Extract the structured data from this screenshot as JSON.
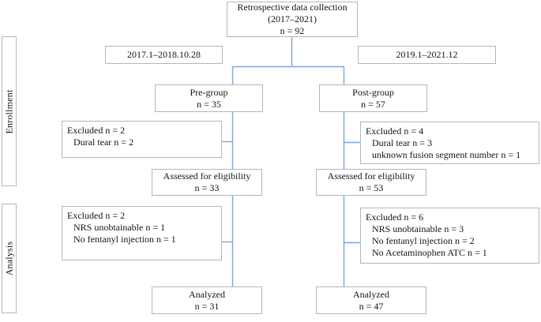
{
  "colors": {
    "line_blue": "#7da6d6",
    "box_border": "#b6b6b6",
    "text": "#141414"
  },
  "flow": {
    "top_box": {
      "line1": "Retrospective data collection",
      "line2": "(2017–2021)",
      "line3": "n = 92"
    },
    "date_pre": "2017.1–2018.10.28",
    "date_post": "2019.1–2021.12",
    "side_labels": {
      "enrollment": "Enrollment",
      "analysis": "Analysis"
    },
    "pre": {
      "group": [
        "Pre-group",
        "n = 35"
      ],
      "excluded1": [
        "Excluded n = 2",
        "Dural tear n = 2"
      ],
      "assessed": [
        "Assessed for eligibility",
        "n = 33"
      ],
      "excluded2": [
        "Excluded n = 2",
        "NRS unobtainable n = 1",
        "No fentanyl injection n = 1"
      ],
      "analyzed": [
        "Analyzed",
        "n = 31"
      ]
    },
    "post": {
      "group": [
        "Post-group",
        "n = 57"
      ],
      "excluded1": [
        "Excluded n = 4",
        "Dural tear n = 3",
        "unknown fusion segment number n = 1"
      ],
      "assessed": [
        "Assessed for eligibility",
        "n = 53"
      ],
      "excluded2": [
        "Excluded n = 6",
        "NRS unobtainable n = 3",
        "No fentanyl injection n = 2",
        "No Acetaminophen ATC n = 1"
      ],
      "analyzed": [
        "Analyzed",
        "n = 47"
      ]
    }
  }
}
